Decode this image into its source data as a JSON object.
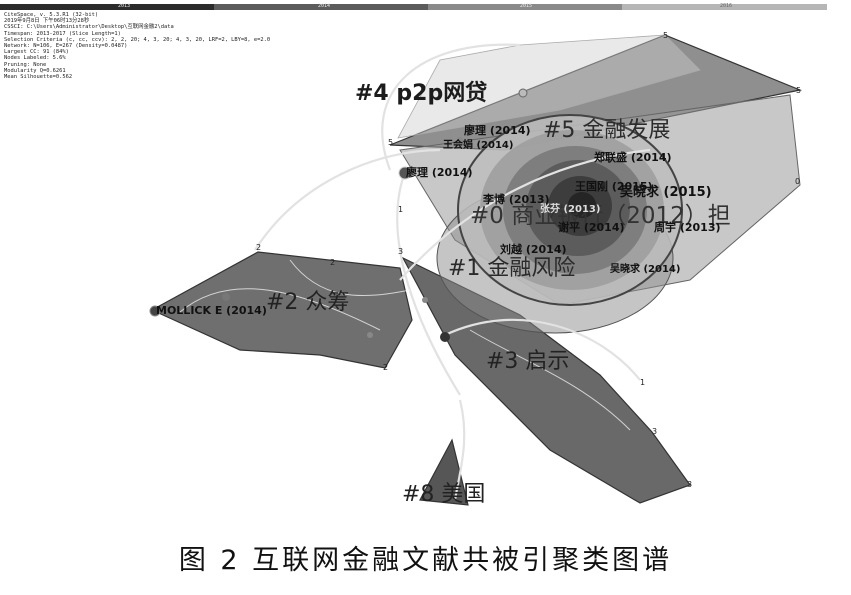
{
  "timeline": {
    "years": [
      "2013",
      "2014",
      "2015",
      "2016"
    ],
    "colors": [
      "#2b2b2b",
      "#5c5c5c",
      "#8a8a8a",
      "#b6b6b6"
    ]
  },
  "meta_lines": [
    "CiteSpace, v. 5.3.R1 (32-bit)",
    "2019年9月8日 下午06时13分28秒",
    "CSSCI: C:\\Users\\Administrator\\Desktop\\互联网金融2\\data",
    "Timespan: 2013-2017 (Slice Length=1)",
    "Selection Criteria (c, cc, ccv): 2, 2, 20; 4, 3, 20; 4, 3, 20, LRF=2, LBY=8, e=2.0",
    "Network: N=106, E=267 (Density=0.0487)",
    "Largest CC: 91 (84%)",
    "Nodes Labeled: 5.6%",
    "Pruning: None",
    "Modularity Q=0.6261",
    "Mean Silhouette=0.562"
  ],
  "clusters": {
    "c0": "#0 商业银行（2012）担",
    "c1": "#1 金融风险",
    "c2": "#2 众筹",
    "c3": "#3 启示",
    "c4": "#4 p2p网贷",
    "c5": "#5 金融发展",
    "c8": "#8 美国"
  },
  "node_labels": {
    "liaoli_a": "廖理 (2014)",
    "wanghuijuan": "王会娟 (2014)",
    "zhenglianheng": "郑联盛 (2014)",
    "liaoli_b": "廖理 (2014)",
    "wangguogang": "王国刚 (2015)",
    "wuxiaoqiu": "吴晓求 (2015)",
    "libo": "李博 (2013)",
    "zhangyu": "张芬 (2013)",
    "xieping": "谢平 (2014)",
    "zhouyu": "周宇 (2013)",
    "liuyue": "刘越 (2014)",
    "wuxiaoqiu2": "吴晓求 (2014)",
    "mollick": "MOLLICK E (2014)"
  },
  "vertex_numbers": [
    "5",
    "5",
    "5",
    "0",
    "2",
    "2",
    "2",
    "3",
    "3",
    "3",
    "1",
    "1"
  ],
  "caption": "图 2   互联网金融文献共被引聚类图谱"
}
